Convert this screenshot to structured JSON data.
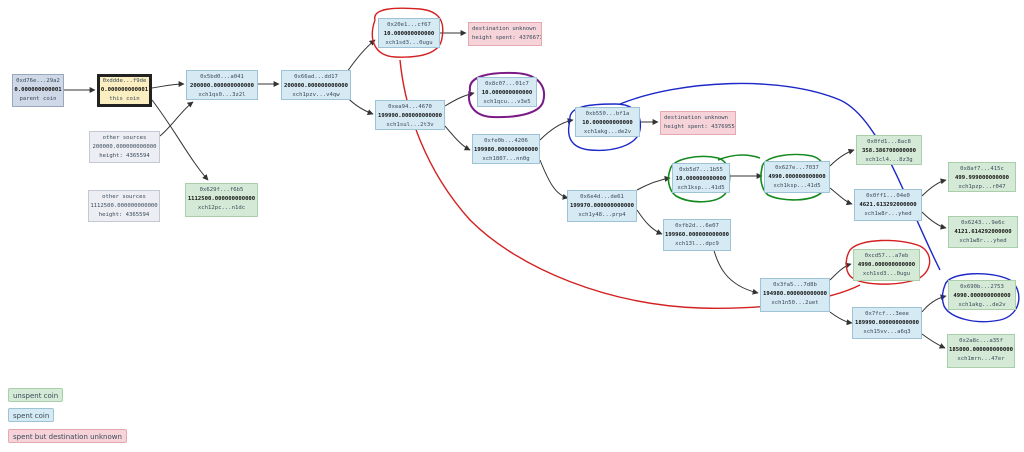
{
  "nodes": {
    "parent": {
      "l1": "0xd76e...29a2",
      "l2": "0.000000000001",
      "l3": "parent coin"
    },
    "current": {
      "l1": "0xddde...f9de",
      "l2": "0.000000000001",
      "l3": "this coin"
    },
    "n5bd0": {
      "l1": "0x5bd0...a041",
      "l2": "200000.000000000000",
      "l3": "xch1qs0...3z2l"
    },
    "n66ad": {
      "l1": "0x66ad...dd17",
      "l2": "200000.000000000000",
      "l3": "xch1pzv...v4qw"
    },
    "n20e1": {
      "l1": "0x20e1...cf67",
      "l2": "10.000000000000",
      "l3": "xch1sd3...0ugu"
    },
    "unk1": {
      "l1": "destination unknown",
      "l2": "height spent: 4376677"
    },
    "n8c07": {
      "l1": "0x8c07...01c7",
      "l2": "10.000000000000",
      "l3": "xch1qcu...v3e5"
    },
    "nea94": {
      "l1": "0xea94...4670",
      "l2": "199990.000000000000",
      "l3": "xch1sul...2t3v"
    },
    "src1": {
      "l1": "other sources",
      "l2": "200000.000000000000",
      "l3": "height: 4365594"
    },
    "nfe0b": {
      "l1": "0xfe0b...4206",
      "l2": "199980.000000000000",
      "l3": "xch1807...nn0g"
    },
    "nb550": {
      "l1": "0xb550...bf1a",
      "l2": "10.000000000000",
      "l3": "xch1akg...de2v"
    },
    "unk2": {
      "l1": "destination unknown",
      "l2": "height spent: 4376955"
    },
    "src2": {
      "l1": "other sources",
      "l2": "1112500.000000000000",
      "l3": "height: 4365594"
    },
    "n629f": {
      "l1": "0x629f...f6b5",
      "l2": "1112500.000000000000",
      "l3": "xch12pc...n1dc"
    },
    "n6e4d": {
      "l1": "0x6e4d...de61",
      "l2": "199970.000000000000",
      "l3": "xch1y48...prp4"
    },
    "nb5d7": {
      "l1": "0xb5d7...1b55",
      "l2": "10.000000000000",
      "l3": "xch1ksp...41d5"
    },
    "n627e": {
      "l1": "0x627e...7037",
      "l2": "4990.000000000000",
      "l3": "xch1ksp...41d5"
    },
    "nfb2d": {
      "l1": "0xfb2d...6e07",
      "l2": "199960.000000000000",
      "l3": "xch13l...dpc9"
    },
    "n0fd1": {
      "l1": "0x0fd1...8ac8",
      "l2": "358.386700000000",
      "l3": "xch1cl4...8z3g"
    },
    "n0ff1": {
      "l1": "0x0ff1...04e0",
      "l2": "4621.613292000000",
      "l3": "xch1w8r...yhed"
    },
    "n8af7": {
      "l1": "0x8af7...415c",
      "l2": "499.999000000000",
      "l3": "xch1pzp...r047"
    },
    "n6243": {
      "l1": "0x6243...9e6c",
      "l2": "4121.614292000000",
      "l3": "xch1w8r...yhed"
    },
    "ncd57": {
      "l1": "0xcd57...a7eb",
      "l2": "4990.000000000000",
      "l3": "xch1sd3...0ugu"
    },
    "n3fa5": {
      "l1": "0x3fa5...7d8b",
      "l2": "194980.000000000000",
      "l3": "xch1n50...2uet"
    },
    "n690b": {
      "l1": "0x690b...2753",
      "l2": "4990.000000000000",
      "l3": "xch1akg...de2v"
    },
    "n7fcf": {
      "l1": "0x7fcf...3eee",
      "l2": "189990.000000000000",
      "l3": "xch15vv...a6q3"
    },
    "n2a8c": {
      "l1": "0x2a8c...a35f",
      "l2": "185000.000000000000",
      "l3": "xch1mrn...47er"
    }
  },
  "legend": {
    "unspent": "unspent coin",
    "spent": "spent coin",
    "unknown": "spent but destination unknown"
  },
  "colors": {
    "spent": "#d6eaf4",
    "unspent": "#d5ead6",
    "unknown": "#f5d3d8",
    "parent": "#cfd8e6",
    "current": "#fbeec0",
    "edge": "#333333",
    "mark_red": "#d42020",
    "mark_blue": "#1c28c8",
    "mark_green": "#138a1e",
    "mark_purple": "#7a1a86"
  }
}
